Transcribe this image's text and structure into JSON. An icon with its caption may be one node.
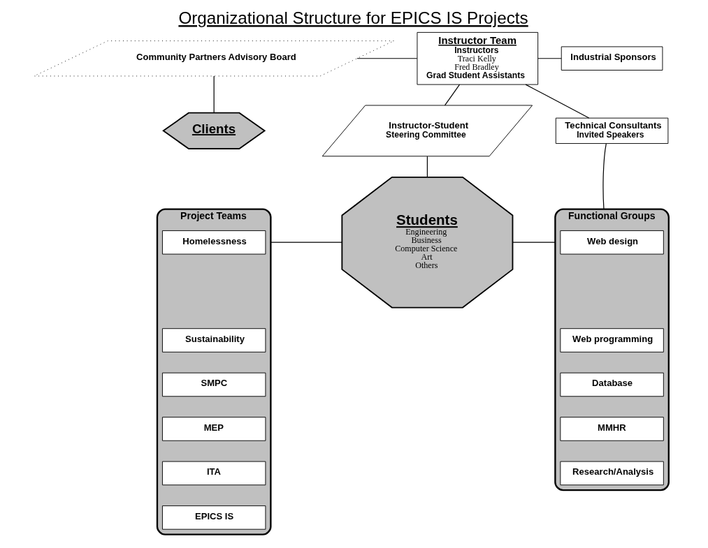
{
  "diagram": {
    "title": "Organizational Structure for EPICS IS Projects",
    "nodes": [
      {
        "text": [
          "Instructor Team",
          "Instructors",
          "Traci Kelly",
          "Fred Bradley",
          "Grad Student Assistants"
        ]
      },
      {
        "text": [
          "Industrial Sponsors"
        ]
      },
      {
        "text": [
          "Community Partners Advisory Board"
        ]
      },
      {
        "text": [
          "Technical Consultants",
          "Invited Speakers"
        ]
      },
      {
        "text": [
          "Clients"
        ]
      },
      {
        "text": [
          "Instructor-Student",
          "Steering Committee"
        ]
      },
      {
        "text": [
          "Project Teams"
        ]
      },
      {
        "text": [
          "Homelessness"
        ],
        "in": 6
      },
      {
        "text": [
          "Sustainability"
        ],
        "in": 6
      },
      {
        "text": [
          "SMPC"
        ],
        "in": 6
      },
      {
        "text": [
          "MEP"
        ],
        "in": 6
      },
      {
        "text": [
          "ITA"
        ],
        "in": 6
      },
      {
        "text": [
          "EPICS IS"
        ],
        "in": 6
      },
      {
        "text": [
          "Students",
          "Engineering",
          "Business",
          "Computer Science",
          "Art",
          "Others"
        ]
      },
      {
        "text": [
          "Functional Groups"
        ]
      },
      {
        "text": [
          "Web design"
        ],
        "in": 14
      },
      {
        "text": [
          "Web programming"
        ],
        "in": 14
      },
      {
        "text": [
          "Database"
        ],
        "in": 14
      },
      {
        "text": [
          "MMHR"
        ],
        "in": 14
      },
      {
        "text": [
          "Research/Analysis"
        ],
        "in": 14
      }
    ],
    "edges": [
      {
        "from": 0,
        "to": 1,
        "arrow": "none"
      },
      {
        "from": 2,
        "to": 0,
        "arrow": "none"
      },
      {
        "from": 0,
        "to": 3,
        "arrow": "none"
      },
      {
        "from": 2,
        "to": 4,
        "arrow": "none"
      },
      {
        "from": 0,
        "to": 5,
        "arrow": "none"
      },
      {
        "from": 5,
        "to": 13,
        "arrow": "none"
      },
      {
        "from": 6,
        "to": 13,
        "arrow": "none"
      },
      {
        "from": 13,
        "to": 14,
        "arrow": "none"
      },
      {
        "from": 3,
        "to": 14,
        "arrow": "none"
      }
    ]
  }
}
